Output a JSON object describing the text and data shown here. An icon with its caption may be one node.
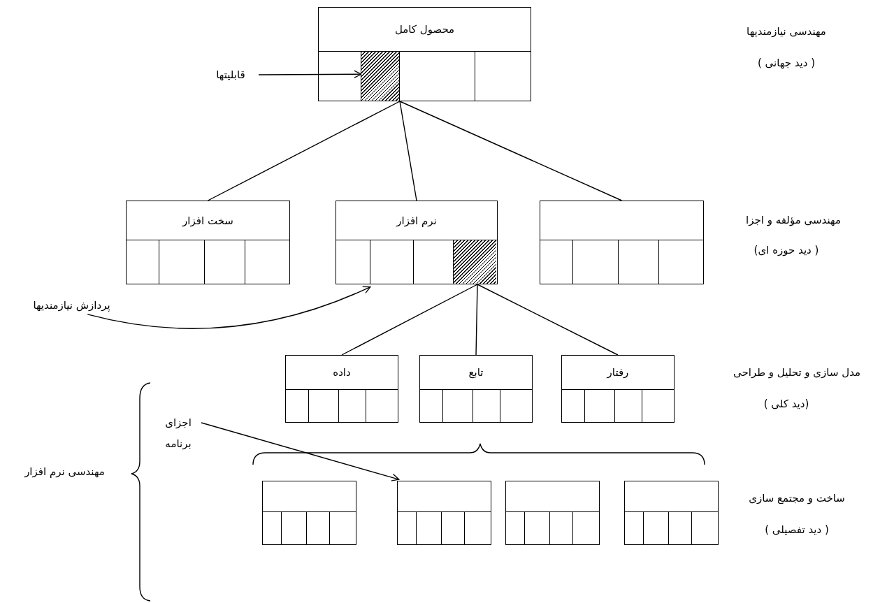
{
  "diagram": {
    "nodes": [
      {
        "text": [
          "محصول کامل"
        ]
      },
      {
        "text": [],
        "shape": "box",
        "in": 0
      },
      {
        "text": [
          "قابلیتها"
        ]
      },
      {
        "text": [
          "سخت افزار"
        ]
      },
      {
        "text": [
          "نرم افزار"
        ]
      },
      {
        "text": [],
        "shape": "box"
      },
      {
        "text": [],
        "shape": "box",
        "in": 4
      },
      {
        "text": [
          "پردازش نیازمندیها"
        ]
      },
      {
        "text": [
          "داده"
        ]
      },
      {
        "text": [
          "تابع"
        ]
      },
      {
        "text": [
          "رفتار"
        ]
      },
      {
        "text": [],
        "shape": "box"
      },
      {
        "text": [],
        "shape": "box"
      },
      {
        "text": [],
        "shape": "box"
      },
      {
        "text": [],
        "shape": "box"
      },
      {
        "text": [
          "اجزای برنامه"
        ]
      }
    ],
    "edges": [
      {
        "from": 2,
        "to": 1,
        "arrow": "to"
      },
      {
        "from": 0,
        "to": 3,
        "arrow": "none"
      },
      {
        "from": 0,
        "to": 4,
        "arrow": "none"
      },
      {
        "from": 0,
        "to": 5,
        "arrow": "none"
      },
      {
        "from": 7,
        "to": 4,
        "arrow": "to"
      },
      {
        "from": 4,
        "to": 8,
        "arrow": "none"
      },
      {
        "from": 4,
        "to": 9,
        "arrow": "none"
      },
      {
        "from": 4,
        "to": 10,
        "arrow": "none"
      },
      {
        "from": 15,
        "to": 12,
        "arrow": "to"
      }
    ],
    "labels": [
      "مهندسی نیازمندیها",
      "( دید جهانی )",
      "مهندسی مؤلفه و اجزا",
      "( دید حوزه ای)",
      "مدل سازی و تحلیل و طراحی",
      "(دید کلی )",
      "ساخت و مجتمع سازی",
      "( دید تفصیلی )",
      "مهندسی نرم افزار"
    ]
  }
}
